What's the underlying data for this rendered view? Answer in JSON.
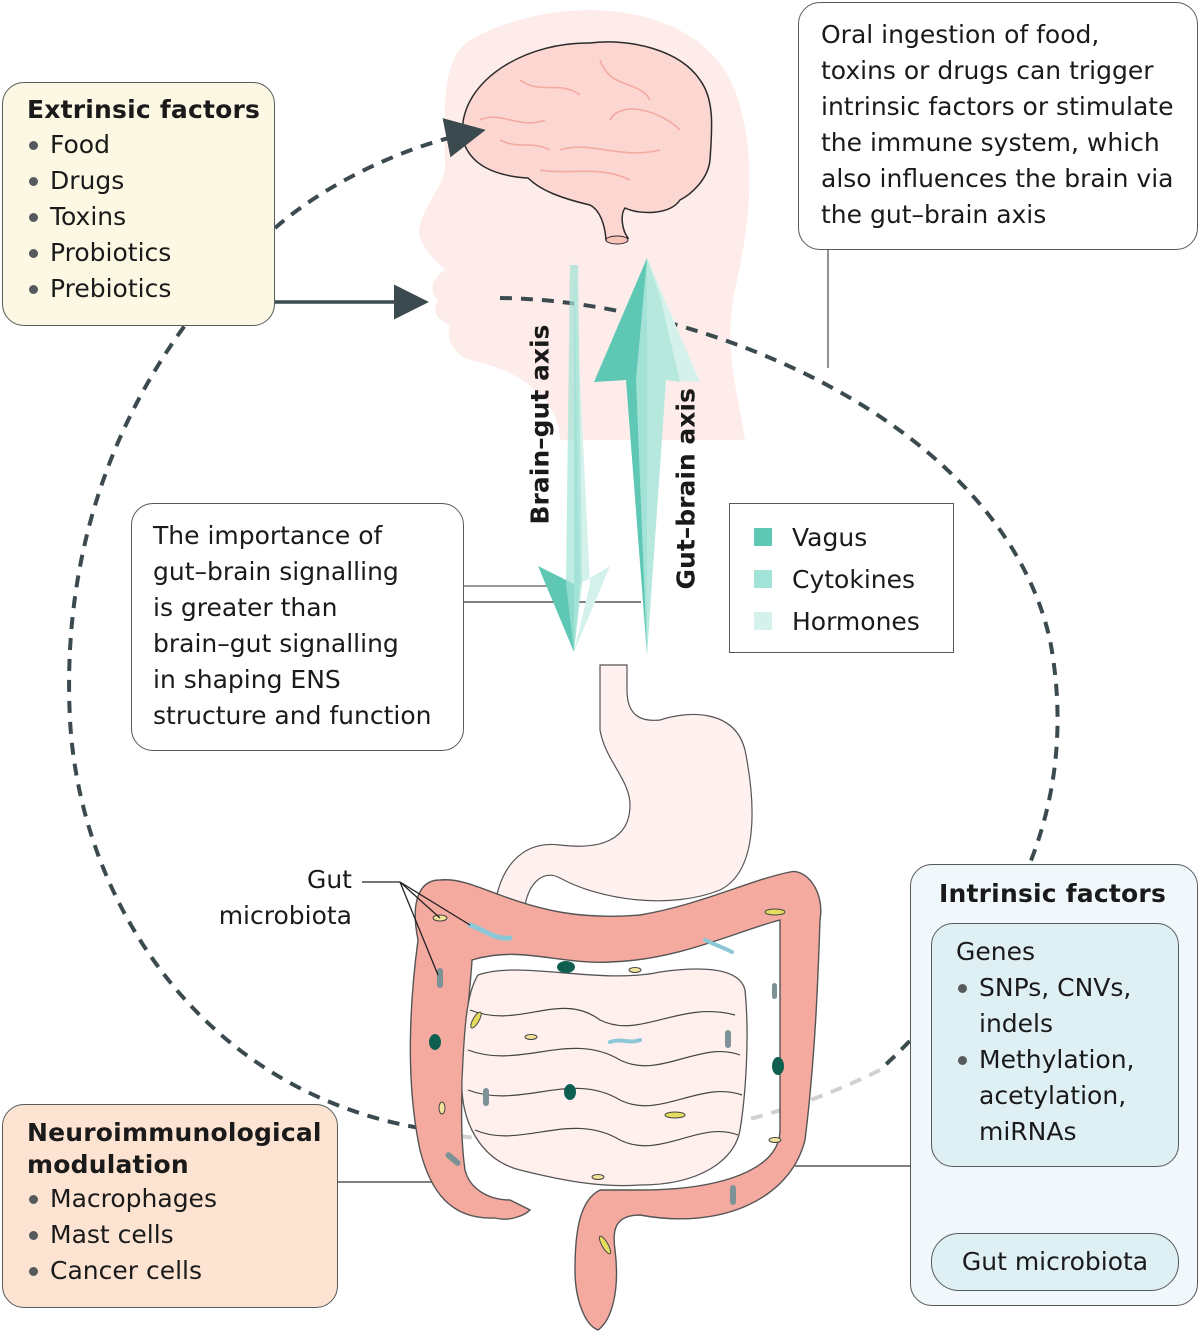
{
  "extrinsic": {
    "title": "Extrinsic factors",
    "items": [
      "Food",
      "Drugs",
      "Toxins",
      "Probiotics",
      "Prebiotics"
    ]
  },
  "oral_note": {
    "lines": [
      "Oral ingestion of food,",
      "toxins or drugs can trigger",
      "intrinsic factors or stimulate",
      "the immune system, which",
      "also influences the brain via",
      "the gut–brain axis"
    ]
  },
  "axes": {
    "brain_gut": "Brain–gut axis",
    "gut_brain": "Gut–brain axis"
  },
  "importance_note": {
    "lines": [
      "The importance of",
      "gut–brain signalling",
      "is greater than",
      "brain–gut signalling",
      "in shaping ENS",
      "structure and function"
    ]
  },
  "legend": {
    "items": [
      {
        "label": "Vagus",
        "color": "#5ec8b4"
      },
      {
        "label": "Cytokines",
        "color": "#a3e2d6"
      },
      {
        "label": "Hormones",
        "color": "#d5f1ec"
      }
    ]
  },
  "gut_microbiota_label": {
    "line1": "Gut",
    "line2": "microbiota"
  },
  "intrinsic": {
    "title": "Intrinsic factors",
    "genes": {
      "title": "Genes",
      "items": [
        {
          "line1": "SNPs, CNVs,",
          "line2": "indels"
        },
        {
          "line1": "Methylation,",
          "line2": "acetylation,",
          "line3": "miRNAs"
        }
      ]
    },
    "microbiota": "Gut microbiota"
  },
  "neuro": {
    "title_line1": "Neuroimmunological",
    "title_line2": "modulation",
    "items": [
      "Macrophages",
      "Mast cells",
      "Cancer cells"
    ]
  },
  "colors": {
    "head": "#fdecea",
    "brain": "#fcd6d0",
    "colon": "#f5aaa0",
    "small_intestine": "#fff0ee",
    "stomach": "#fff1ef",
    "dark": "#3b4a4f",
    "extrinsic_bg": "#fcf8e4",
    "neuro_bg": "#fde4d2",
    "intrinsic_bg": "#f1f8fb",
    "genes_bg": "#dff0f5"
  }
}
